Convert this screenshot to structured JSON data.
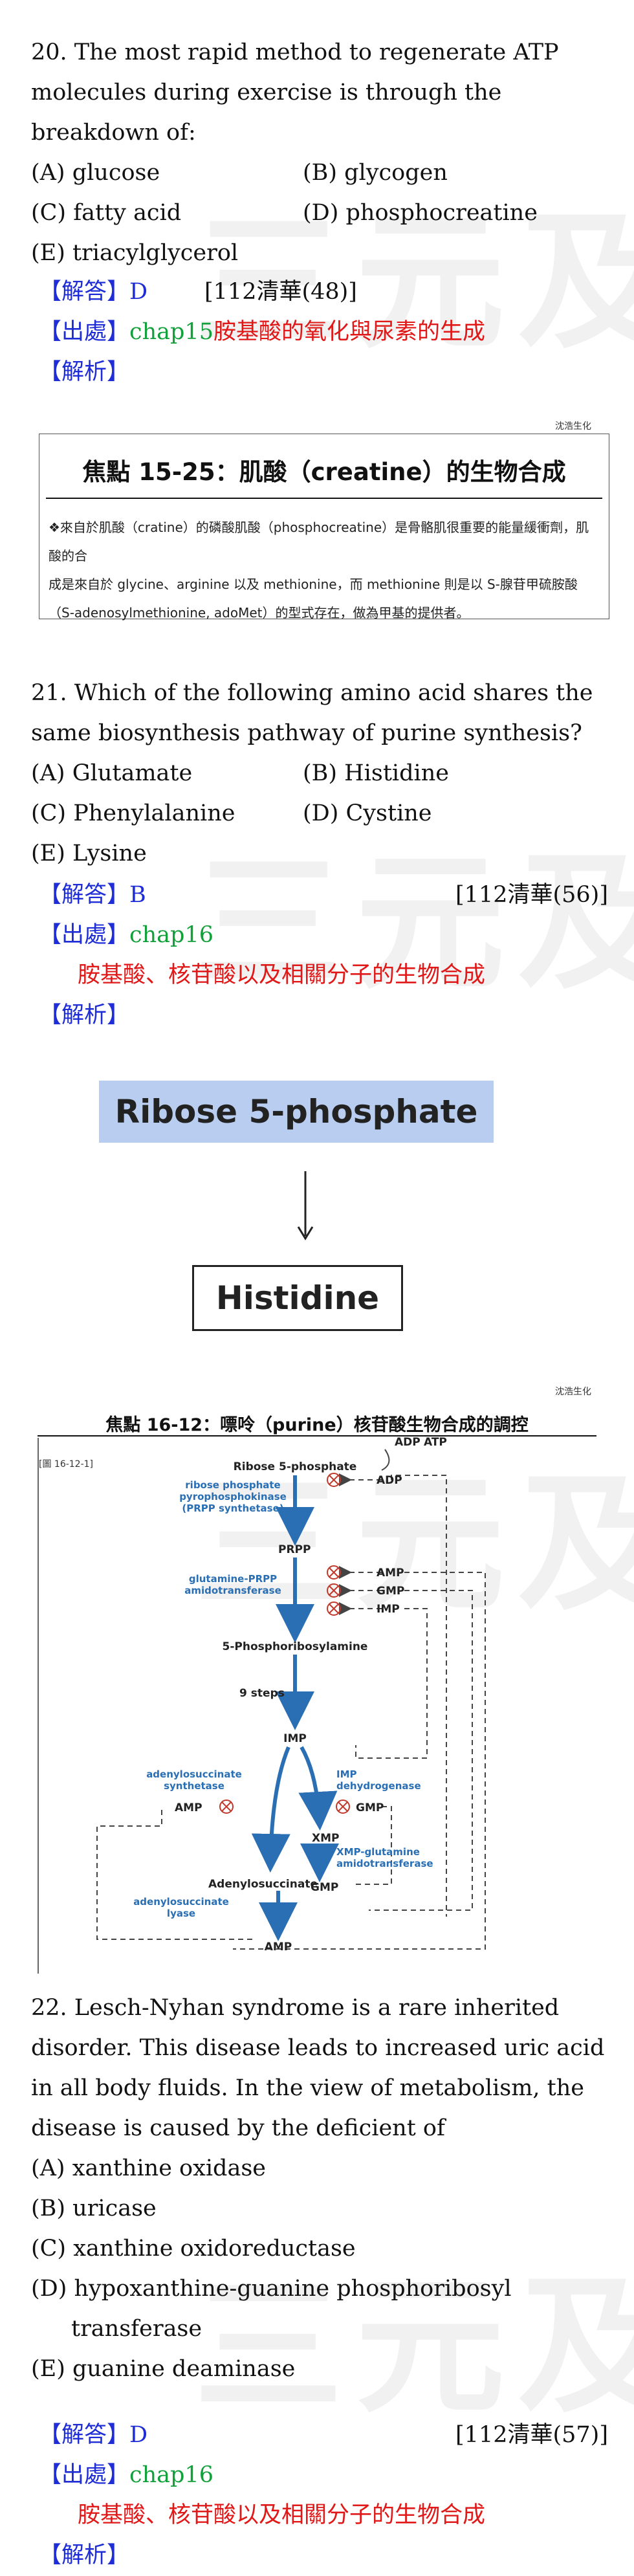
{
  "watermark": "三元及第",
  "q20": {
    "text": "20. The most rapid method to regenerate ATP molecules during exercise is through the breakdown of:",
    "options": [
      "(A) glucose",
      "(B) glycogen",
      "(C) fatty acid",
      "(D) phosphocreatine",
      "(E) triacylglycerol"
    ],
    "answer_tag": "【解答】",
    "answer": "D",
    "source_ref": "[112清華(48)]",
    "origin_tag": "【出處】",
    "origin_chap": "chap15",
    "origin_topic": "胺基酸的氧化與尿素的生成",
    "analysis_tag": "【解析】"
  },
  "box1": {
    "note": "沈浩生化",
    "title": "焦點 15-25：肌酸（creatine）的生物合成",
    "body_line1": "❖來自於肌酸（cratine）的磷酸肌酸（phosphocreatine）是骨骼肌很重要的能量緩衝劑，肌酸的合",
    "body_line2": "成是來自於 glycine、arginine 以及 methionine，而 methionine 則是以 S-腺苷甲硫胺酸",
    "body_line3": "（S-adenosylmethionine, adoMet）的型式存在，做為甲基的提供者。"
  },
  "q21": {
    "text": "21. Which of the following amino acid shares the same biosynthesis pathway of purine synthesis?",
    "options": [
      "(A) Glutamate",
      "(B) Histidine",
      "(C) Phenylalanine",
      "(D) Cystine",
      "(E) Lysine"
    ],
    "answer_tag": "【解答】",
    "answer": "B",
    "source_ref": "[112清華(56)]",
    "origin_tag": "【出處】",
    "origin_chap": "chap16",
    "origin_topic": "胺基酸、核苷酸以及相關分子的生物合成",
    "analysis_tag": "【解析】",
    "diagram_top": "Ribose 5-phosphate",
    "diagram_bottom": "Histidine"
  },
  "box2": {
    "note": "沈浩生化",
    "title": "焦點 16-12：嘌呤（purine）核苷酸生物合成的調控",
    "fig_label": "[圖 16-12-1]",
    "labels": {
      "r5p": "Ribose 5-phosphate",
      "enz1a": "ribose phosphate",
      "enz1b": "pyrophosphokinase",
      "enz1c": "(PRPP synthetase)",
      "adp": "ADP",
      "atp": "ATP",
      "adp2": "ADP",
      "prpp": "PRPP",
      "enz2a": "glutamine-PRPP",
      "enz2b": "amidotransferase",
      "amp": "AMP",
      "gmp": "GMP",
      "imp": "IMP",
      "pra": "5-Phosphoribosylamine",
      "steps": "9 steps",
      "imp2": "IMP",
      "enz3a": "adenylosuccinate",
      "enz3b": "synthetase",
      "amp2": "AMP",
      "enz4a": "IMP",
      "enz4b": "dehydrogenase",
      "gmp2": "GMP",
      "xmp": "XMP",
      "enz5a": "XMP-glutamine",
      "enz5b": "amidotransferase",
      "adsucc": "Adenylosuccinate",
      "gmp3": "GMP",
      "enz6a": "adenylosuccinate",
      "enz6b": "lyase",
      "amp3": "AMP"
    }
  },
  "q22": {
    "text": "22. Lesch-Nyhan syndrome is a rare inherited disorder. This disease leads to increased uric acid in all body fluids. In the view of metabolism, the disease is caused by the deficient of",
    "options": [
      "(A) xanthine oxidase",
      "(B) uricase",
      "(C) xanthine oxidoreductase",
      "(D) hypoxanthine-guanine phosphoribosyl transferase",
      "(E) guanine deaminase"
    ],
    "answer_tag": "【解答】",
    "answer": "D",
    "source_ref": "[112清華(57)]",
    "origin_tag": "【出處】",
    "origin_chap": "chap16",
    "origin_topic": "胺基酸、核苷酸以及相關分子的生物合成",
    "analysis_tag": "【解析】"
  },
  "colors": {
    "tag": "#1e2dd6",
    "chap": "#12a03a",
    "topic": "#e01818",
    "enzyme": "#2a6fb3",
    "inhibit": "#c0392b"
  }
}
